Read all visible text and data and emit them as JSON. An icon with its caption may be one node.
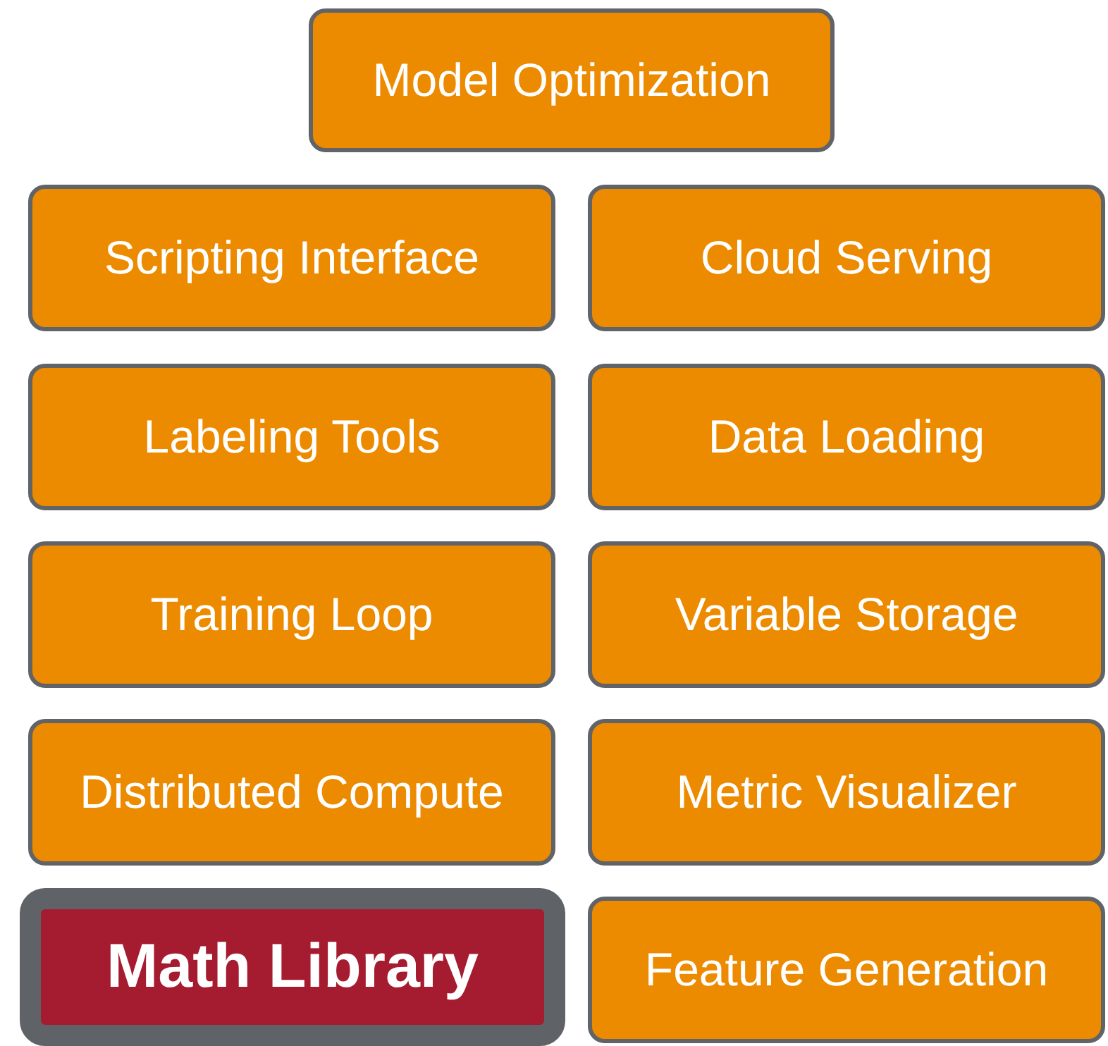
{
  "diagram": {
    "nodes": [
      {
        "text": [
          "Model Optimization"
        ]
      },
      {
        "text": [
          "Scripting Interface"
        ]
      },
      {
        "text": [
          "Cloud Serving"
        ]
      },
      {
        "text": [
          "Labeling Tools"
        ]
      },
      {
        "text": [
          "Data Loading"
        ]
      },
      {
        "text": [
          "Training Loop"
        ]
      },
      {
        "text": [
          "Variable Storage"
        ]
      },
      {
        "text": [
          "Distributed Compute"
        ]
      },
      {
        "text": [
          "Metric Visualizer"
        ]
      },
      {
        "text": [
          "Math Library"
        ]
      },
      {
        "text": [
          "Feature Generation"
        ]
      }
    ]
  }
}
